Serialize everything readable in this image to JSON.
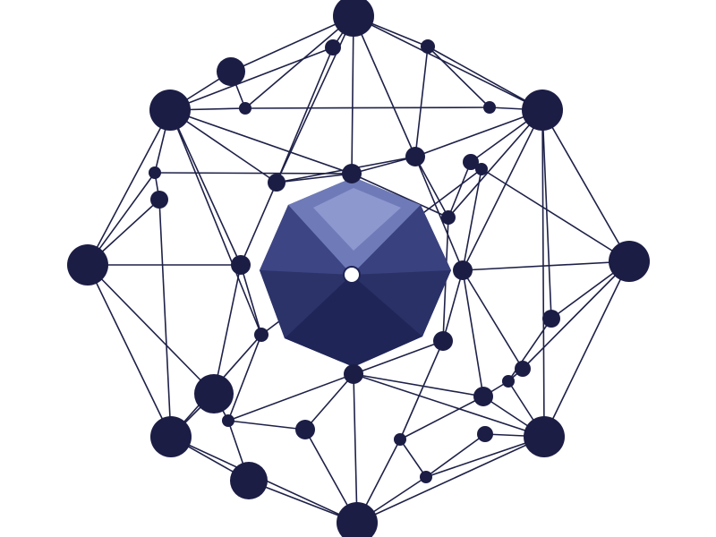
{
  "colors": {
    "background": "#ffffff",
    "edge": "#1e2148",
    "node": "#1b1d45",
    "core_dark": "#1f2556",
    "core_mid": "#39417f",
    "core_light": "#6f7bb8",
    "core_highlight": "#8d98cf",
    "center_dot": "#ffffff"
  },
  "diagram": {
    "type": "network-graph",
    "description_hidden": true,
    "core_shape": "polyhedron",
    "center_marker": "white-dot"
  }
}
